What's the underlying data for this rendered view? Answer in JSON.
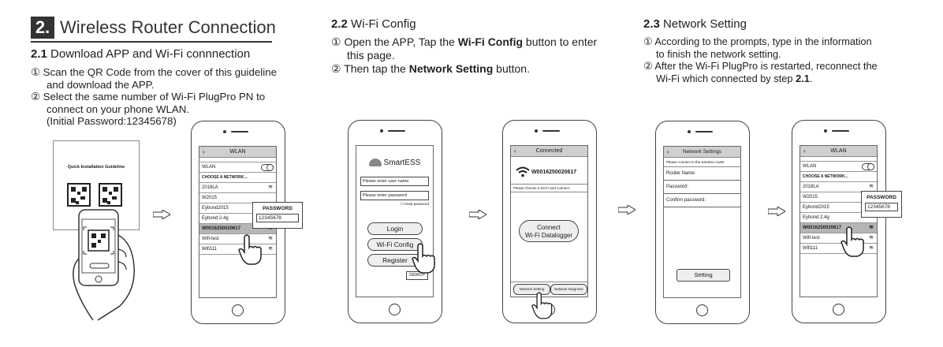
{
  "section": {
    "number": "2.",
    "title": "Wireless Router Connection"
  },
  "col1": {
    "num": "2.1",
    "heading": "Download APP and Wi-Fi connnection",
    "step1": "① Scan the QR Code from the cover of this guideline",
    "step1b": "and download the APP.",
    "step2": "② Select the same number of Wi-Fi PlugPro PN to",
    "step2b": "connect on your phone WLAN.",
    "step2c": "(Initial Password:12345678)",
    "booklet_title": "Quick Installation Guideline"
  },
  "col2": {
    "num": "2.2",
    "heading": "Wi-Fi Config",
    "step1_pre": "① Open the APP, Tap the ",
    "step1_bold": "Wi-Fi Config",
    "step1_post": " button to enter",
    "step1b": "this page.",
    "step2_pre": "② Then tap the ",
    "step2_bold": "Network Setting",
    "step2_post": " button."
  },
  "col3": {
    "num": "2.3",
    "heading": "Network Setting",
    "step1": "① According to the prompts, type in the information",
    "step1b": "to finish the network setting.",
    "step2": "② After the Wi-Fi PlugPro is restarted, reconnect the",
    "step2b_pre": "Wi-Fi which connected by step ",
    "step2b_bold": "2.1",
    "step2b_post": "."
  },
  "wlan": {
    "title": "WLAN",
    "wlan_label": "WLAN",
    "choose": "CHOOSE A NETWORK...",
    "networks": [
      "2018LA",
      "W2015",
      "Eybond2015",
      "Eybond 2.4g",
      "W0016250020617",
      "Wifi-test",
      "Wifi111"
    ],
    "password_label": "PASSWORD",
    "password_value": "12345678"
  },
  "app": {
    "brand": "SmartESS",
    "user_placeholder": "Please enter user name",
    "pass_placeholder": "Please enter password",
    "keep_password": "Keep password",
    "login": "Login",
    "wifi_config": "Wi-Fi Config",
    "register": "Register",
    "demo": "DEMO>"
  },
  "connected": {
    "title": "Connected",
    "ssid": "W0016250020617",
    "choose_text": "Please choose a Wi-Fi and connect.",
    "connect_btn_line1": "Connect",
    "connect_btn_line2": "Wi-Fi Datalogger",
    "network_setting": "Network Setting",
    "network_diagnose": "Network Diagnose"
  },
  "netsettings": {
    "title": "Network Settings",
    "prompt": "Please connect to the wireless router",
    "router_name": "Router Name:",
    "password": "Password:",
    "confirm": "Confirm password:",
    "setting_btn": "Setting"
  }
}
